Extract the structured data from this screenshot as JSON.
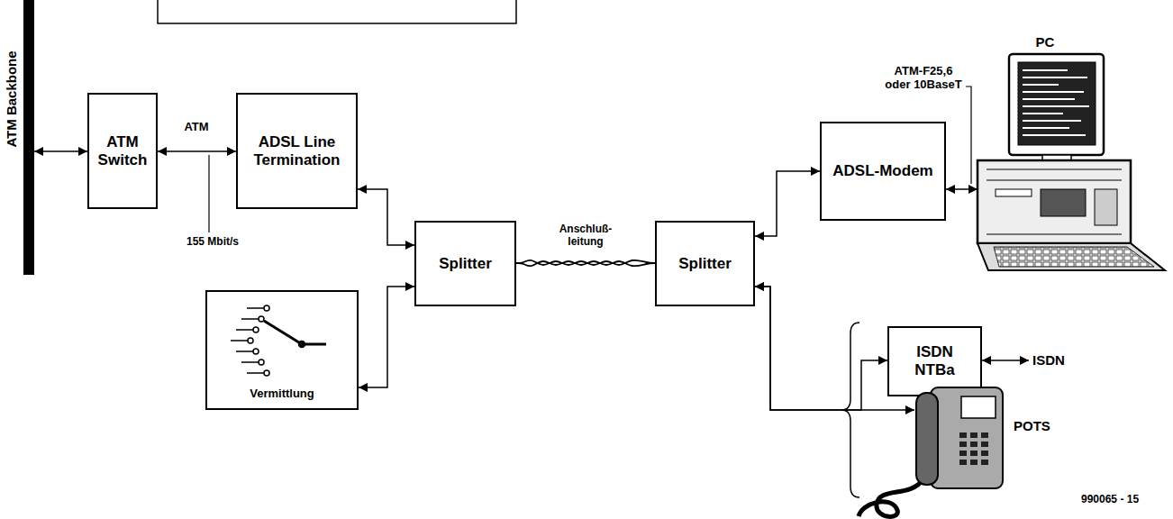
{
  "diagram": {
    "nodes": [
      {
        "text": [
          "ATM Backbone"
        ]
      },
      {
        "text": [
          "ATM Switch"
        ]
      },
      {
        "text": [
          "ADSL Line Termination"
        ]
      },
      {
        "text": [
          "Vermittlung"
        ]
      },
      {
        "text": [
          "Splitter"
        ]
      },
      {
        "text": [
          "Splitter"
        ]
      },
      {
        "text": [
          "ADSL-Modem"
        ]
      },
      {
        "text": [
          "PC"
        ]
      },
      {
        "text": [
          "ISDN NTBa"
        ]
      },
      {
        "text": [
          "POTS"
        ]
      }
    ],
    "edges": [
      {
        "from": 0,
        "to": 1,
        "arrow": "both"
      },
      {
        "from": 1,
        "to": 2,
        "label": "ATM",
        "arrow": "both"
      },
      {
        "from": 2,
        "to": 4,
        "arrow": "both"
      },
      {
        "from": 3,
        "to": 4,
        "arrow": "both"
      },
      {
        "from": 4,
        "to": 5,
        "label": "Anschluß-leitung",
        "arrow": "none"
      },
      {
        "from": 5,
        "to": 6,
        "arrow": "both"
      },
      {
        "from": 6,
        "to": 7,
        "label": "ATM-F25,6 oder 10BaseT",
        "arrow": "both"
      },
      {
        "from": 5,
        "to": 8,
        "arrow": "both"
      },
      {
        "from": 5,
        "to": 9,
        "arrow": "both"
      }
    ],
    "labels": [
      "155 Mbit/s",
      "ISDN",
      "990065 - 15"
    ]
  }
}
